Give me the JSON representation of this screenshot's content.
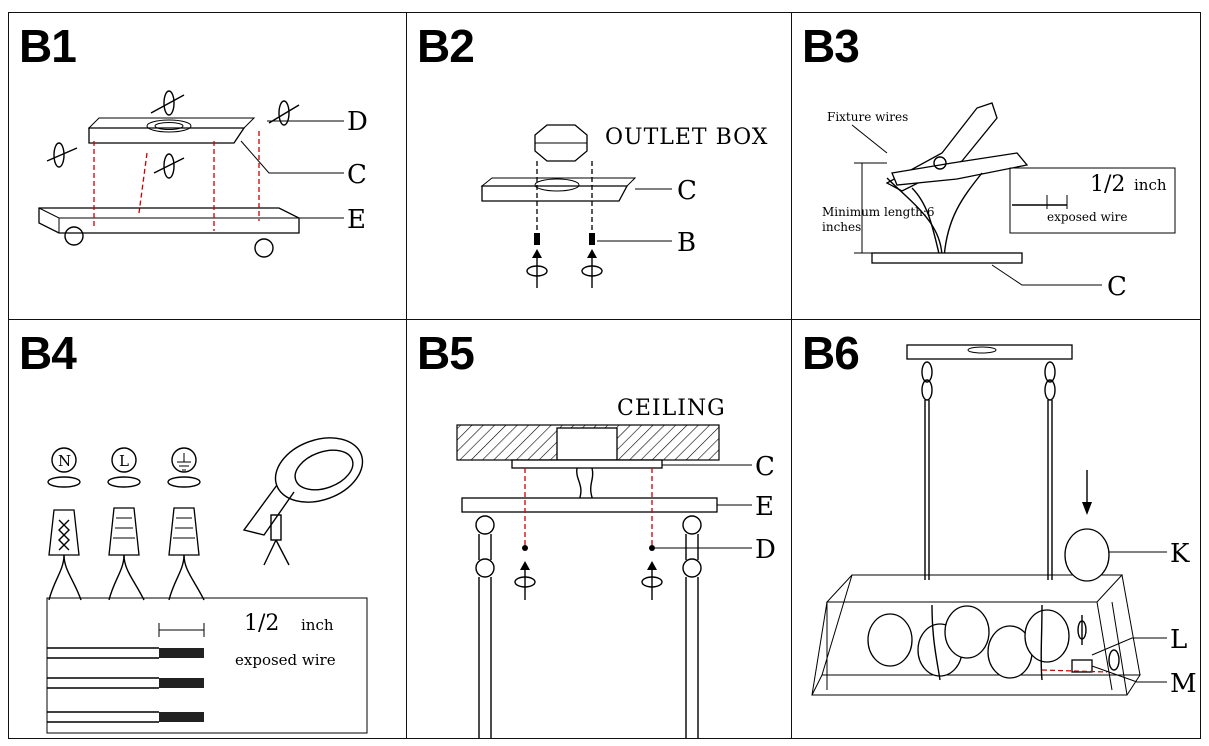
{
  "panels": [
    {
      "label": "B1",
      "callouts": [
        "D",
        "C",
        "E"
      ]
    },
    {
      "label": "B2",
      "callouts": [
        "OUTLET BOX",
        "C",
        "B"
      ]
    },
    {
      "label": "B3",
      "callouts": [
        "Fixture wires",
        "Minimum length:6",
        "inches",
        "1/2",
        "inch",
        "exposed wire",
        "C"
      ]
    },
    {
      "label": "B4",
      "symbols": [
        "N",
        "L"
      ],
      "callouts": [
        "1/2",
        "inch",
        "exposed wire"
      ]
    },
    {
      "label": "B5",
      "callouts": [
        "CEILING",
        "C",
        "E",
        "D"
      ]
    },
    {
      "label": "B6",
      "callouts": [
        "K",
        "L",
        "M"
      ]
    }
  ]
}
